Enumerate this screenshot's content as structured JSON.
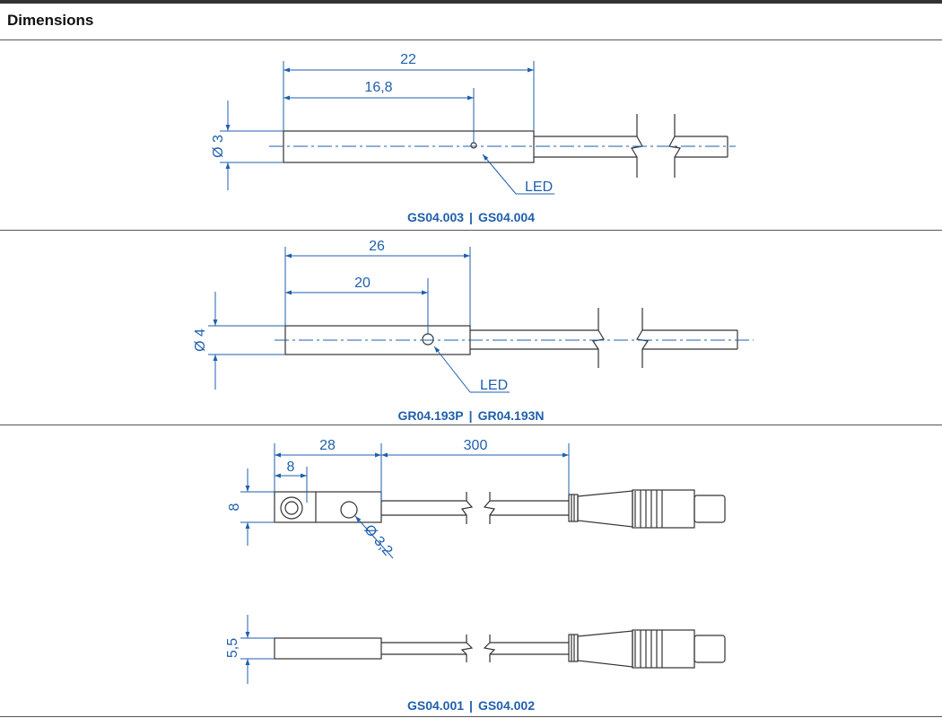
{
  "header": {
    "title": "Dimensions"
  },
  "colors": {
    "dimension": "#1f5fae",
    "outline": "#333333"
  },
  "sections": [
    {
      "dims": {
        "overall_length": "22",
        "led_position": "16,8",
        "diameter": "Ø 3"
      },
      "led_label": "LED",
      "models": [
        "GS04.003",
        "GS04.004"
      ]
    },
    {
      "dims": {
        "overall_length": "26",
        "led_position": "20",
        "diameter": "Ø 4"
      },
      "led_label": "LED",
      "models": [
        "GR04.193P",
        "GR04.193N"
      ]
    },
    {
      "dims": {
        "body_length": "28",
        "hole_offset": "8",
        "cable_length": "300",
        "height": "8",
        "hole_diameter": "Ø 3,2",
        "side_height": "5,5"
      },
      "models": [
        "GS04.001",
        "GS04.002"
      ]
    }
  ],
  "separator": "|"
}
